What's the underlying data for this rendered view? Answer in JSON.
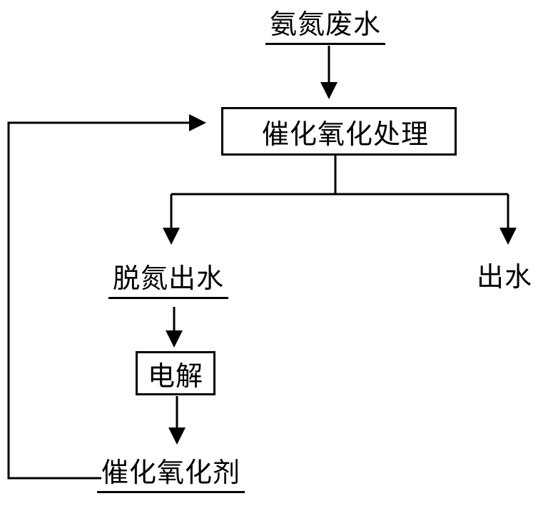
{
  "nodes": {
    "input": "氨氮废水",
    "treatment": "催化氧化处理",
    "denitrified_effluent": "脱氮出水",
    "effluent": "出水",
    "electrolysis": "电解",
    "catalyst": "催化氧化剂"
  },
  "colors": {
    "line": "#000000",
    "background": "#ffffff"
  }
}
